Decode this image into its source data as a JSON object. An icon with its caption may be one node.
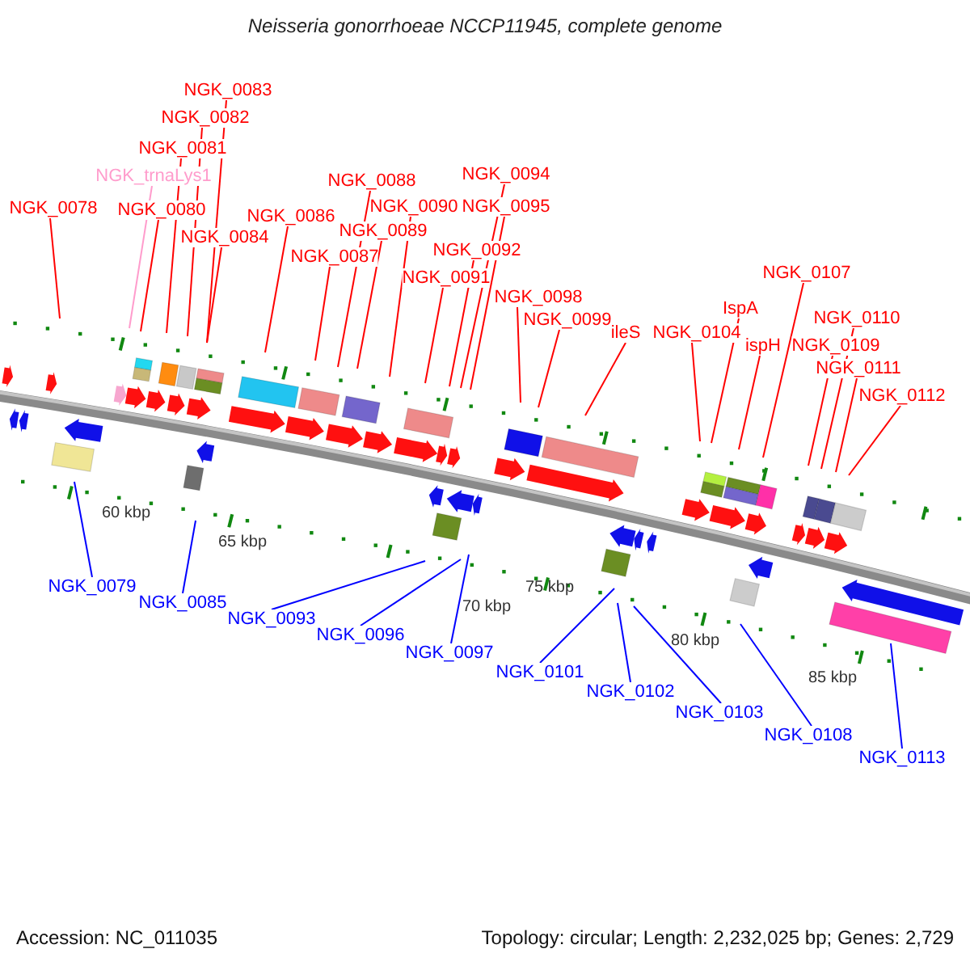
{
  "diagram": {
    "title": "Neisseria gonorrhoeae NCCP11945, complete genome",
    "nodes": [
      {
        "text": [
          "NGK_0078"
        ]
      },
      {
        "text": [
          "NGK_0083"
        ]
      },
      {
        "text": [
          "NGK_0082"
        ]
      },
      {
        "text": [
          "NGK_0081"
        ]
      },
      {
        "text": [
          "NGK_trnaLys1"
        ]
      },
      {
        "text": [
          "NGK_0080"
        ]
      },
      {
        "text": [
          "NGK_0084"
        ]
      },
      {
        "text": [
          "NGK_0086"
        ]
      },
      {
        "text": [
          "NGK_0088"
        ]
      },
      {
        "text": [
          "NGK_0087"
        ]
      },
      {
        "text": [
          "NGK_0089"
        ]
      },
      {
        "text": [
          "NGK_0090"
        ]
      },
      {
        "text": [
          "NGK_0094"
        ]
      },
      {
        "text": [
          "NGK_0095"
        ]
      },
      {
        "text": [
          "NGK_0092"
        ]
      },
      {
        "text": [
          "NGK_0091"
        ]
      },
      {
        "text": [
          "NGK_0098"
        ]
      },
      {
        "text": [
          "NGK_0099"
        ]
      },
      {
        "text": [
          "ileS"
        ]
      },
      {
        "text": [
          "NGK_0104"
        ]
      },
      {
        "text": [
          "IspA"
        ]
      },
      {
        "text": [
          "ispH"
        ]
      },
      {
        "text": [
          "NGK_0107"
        ]
      },
      {
        "text": [
          "NGK_0110"
        ]
      },
      {
        "text": [
          "NGK_0109"
        ]
      },
      {
        "text": [
          "NGK_0111"
        ]
      },
      {
        "text": [
          "NGK_0112"
        ]
      },
      {
        "text": [
          "NGK_0079"
        ]
      },
      {
        "text": [
          "NGK_0085"
        ]
      },
      {
        "text": [
          "NGK_0093"
        ]
      },
      {
        "text": [
          "NGK_0096"
        ]
      },
      {
        "text": [
          "NGK_0097"
        ]
      },
      {
        "text": [
          "NGK_0101"
        ]
      },
      {
        "text": [
          "NGK_0102"
        ]
      },
      {
        "text": [
          "NGK_0103"
        ]
      },
      {
        "text": [
          "NGK_0108"
        ]
      },
      {
        "text": [
          "NGK_0113"
        ]
      }
    ],
    "edges": [
      {
        "from": 0,
        "to": null,
        "arrow": "none"
      },
      {
        "from": 1,
        "to": null,
        "arrow": "none"
      },
      {
        "from": 2,
        "to": null,
        "arrow": "none"
      },
      {
        "from": 3,
        "to": null,
        "arrow": "none"
      },
      {
        "from": 4,
        "to": null,
        "arrow": "none",
        "color": "#ff9ccc"
      },
      {
        "from": 5,
        "to": null,
        "arrow": "none"
      },
      {
        "from": 6,
        "to": null,
        "arrow": "none"
      },
      {
        "from": 7,
        "to": null,
        "arrow": "none"
      },
      {
        "from": 8,
        "to": null,
        "arrow": "none"
      },
      {
        "from": 9,
        "to": null,
        "arrow": "none"
      },
      {
        "from": 10,
        "to": null,
        "arrow": "none"
      },
      {
        "from": 11,
        "to": null,
        "arrow": "none"
      },
      {
        "from": 12,
        "to": null,
        "arrow": "none"
      },
      {
        "from": 13,
        "to": null,
        "arrow": "none"
      },
      {
        "from": 14,
        "to": null,
        "arrow": "none"
      },
      {
        "from": 15,
        "to": null,
        "arrow": "none"
      },
      {
        "from": 16,
        "to": null,
        "arrow": "none"
      },
      {
        "from": 17,
        "to": null,
        "arrow": "none"
      },
      {
        "from": 18,
        "to": null,
        "arrow": "none"
      },
      {
        "from": 19,
        "to": null,
        "arrow": "none"
      },
      {
        "from": 20,
        "to": null,
        "arrow": "none"
      },
      {
        "from": 21,
        "to": null,
        "arrow": "none"
      },
      {
        "from": 22,
        "to": null,
        "arrow": "none"
      },
      {
        "from": 23,
        "to": null,
        "arrow": "none"
      },
      {
        "from": 24,
        "to": null,
        "arrow": "none"
      },
      {
        "from": 25,
        "to": null,
        "arrow": "none"
      },
      {
        "from": 26,
        "to": null,
        "arrow": "none"
      },
      {
        "from": 27,
        "to": null,
        "arrow": "none",
        "color": "#0000ff"
      },
      {
        "from": 28,
        "to": null,
        "arrow": "none",
        "color": "#0000ff"
      },
      {
        "from": 29,
        "to": null,
        "arrow": "none",
        "color": "#0000ff"
      },
      {
        "from": 30,
        "to": null,
        "arrow": "none",
        "color": "#0000ff"
      },
      {
        "from": 31,
        "to": null,
        "arrow": "none",
        "color": "#0000ff"
      },
      {
        "from": 32,
        "to": null,
        "arrow": "none",
        "color": "#0000ff"
      },
      {
        "from": 33,
        "to": null,
        "arrow": "none",
        "color": "#0000ff"
      },
      {
        "from": 34,
        "to": null,
        "arrow": "none",
        "color": "#0000ff"
      },
      {
        "from": 35,
        "to": null,
        "arrow": "none",
        "color": "#0000ff"
      },
      {
        "from": 36,
        "to": null,
        "arrow": "none",
        "color": "#0000ff"
      }
    ],
    "labels": [
      "60 kbp",
      "65 kbp",
      "70 kbp",
      "75 kbp",
      "80 kbp",
      "85 kbp",
      "Accession: NC_011035",
      "Topology: circular; Length: 2,232,025 bp; Genes: 2,729"
    ]
  }
}
